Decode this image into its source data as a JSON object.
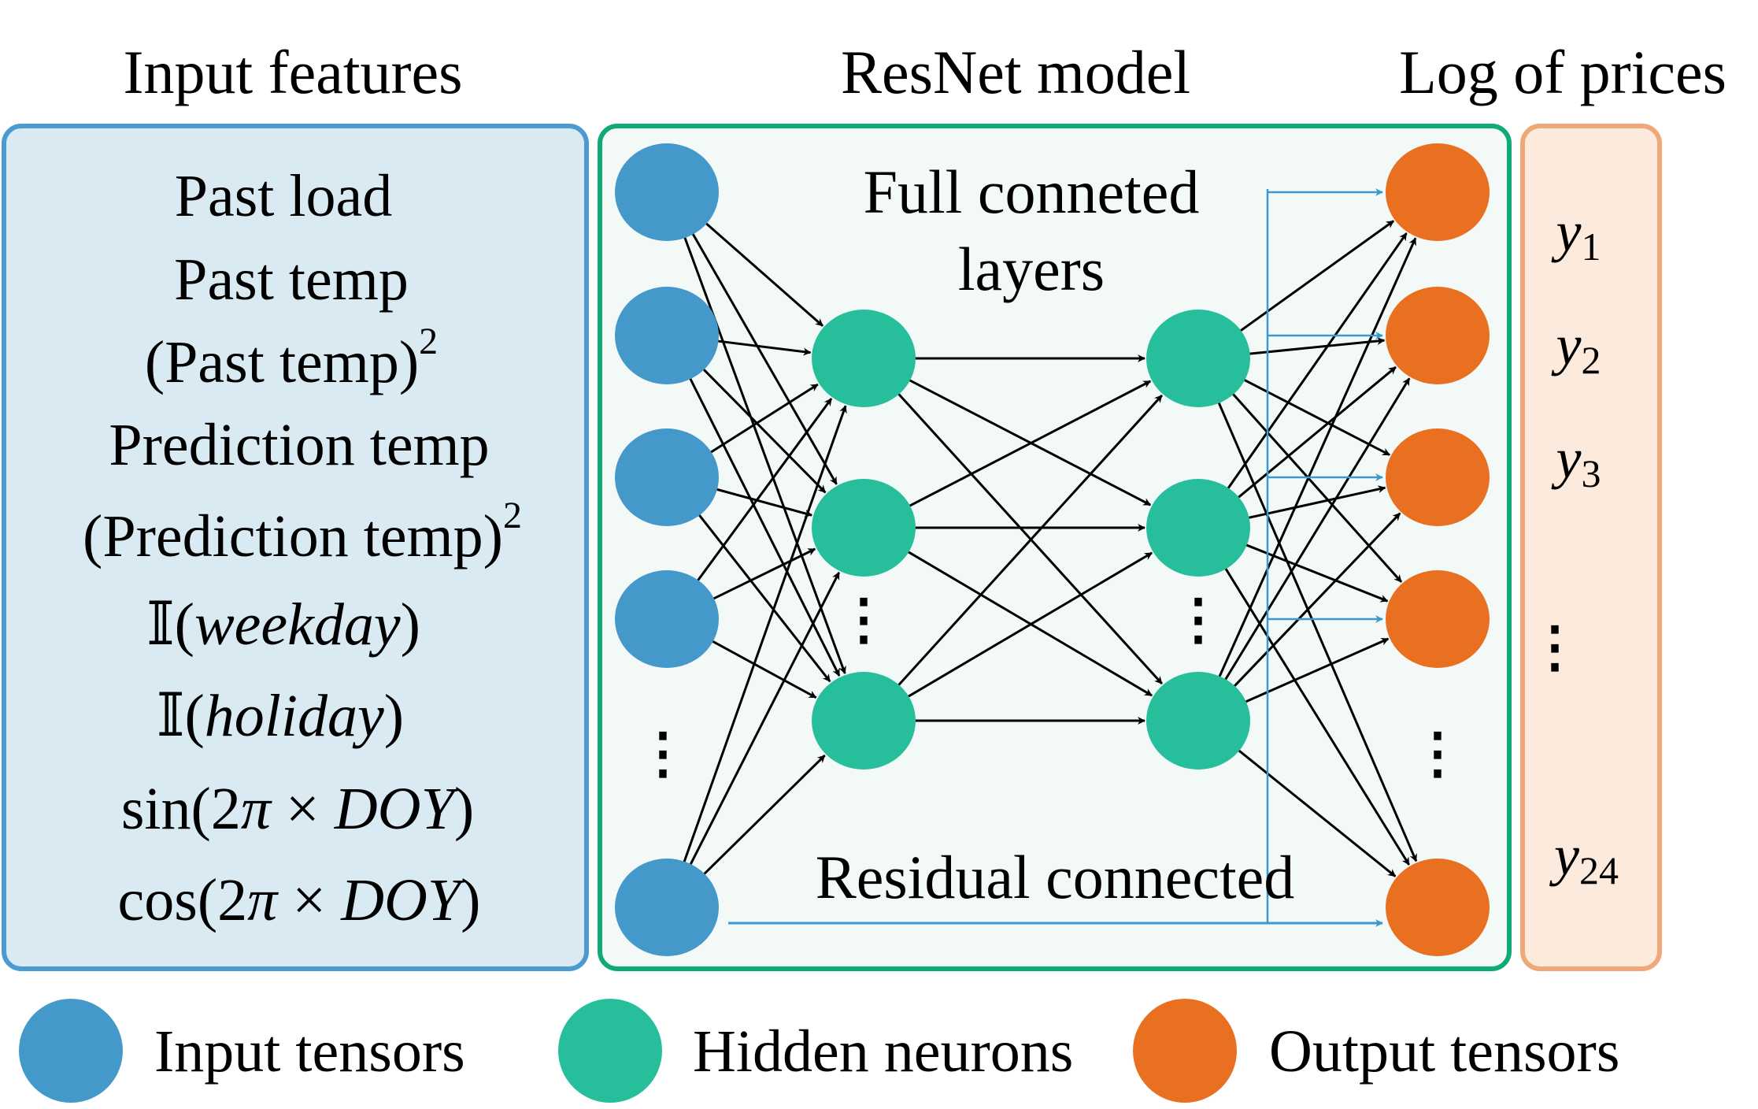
{
  "titles": {
    "input": "Input features",
    "model": "ResNet model",
    "output": "Log of prices"
  },
  "features": [
    "Past load",
    "Past temp",
    "(Past temp)",
    "Prediction temp",
    "(Prediction temp)",
    "𝕀(",
    "weekday",
    ")",
    "𝕀(",
    "holiday",
    ")",
    "sin(2",
    "π",
    " × ",
    "DOY",
    ")",
    "cos(2",
    "π",
    " × ",
    "DOY",
    ")"
  ],
  "superscript": "2",
  "full_connected_label": [
    "Full conneted",
    "layers"
  ],
  "residual_label": "Residual connected",
  "outputs": [
    {
      "base": "y",
      "sub": "1"
    },
    {
      "base": "y",
      "sub": "2"
    },
    {
      "base": "y",
      "sub": "3"
    },
    {
      "base": "y",
      "sub": "24"
    }
  ],
  "ellipsis": "⋮",
  "legend": {
    "input": "Input tensors",
    "hidden": "Hidden neurons",
    "output": "Output tensors"
  },
  "colors": {
    "input_node": "#4499CA",
    "hidden_node": "#27BF9B",
    "output_node": "#E87020",
    "input_panel_fill": "#D9EAF3",
    "input_panel_border": "#4C9BD0",
    "model_panel_fill": "#F2F9F7",
    "model_panel_border": "#0FA97A",
    "output_panel_fill": "#FCEADC",
    "output_panel_border": "#F0A878",
    "residual_line": "#3A9AD0",
    "arrow": "#000000"
  }
}
